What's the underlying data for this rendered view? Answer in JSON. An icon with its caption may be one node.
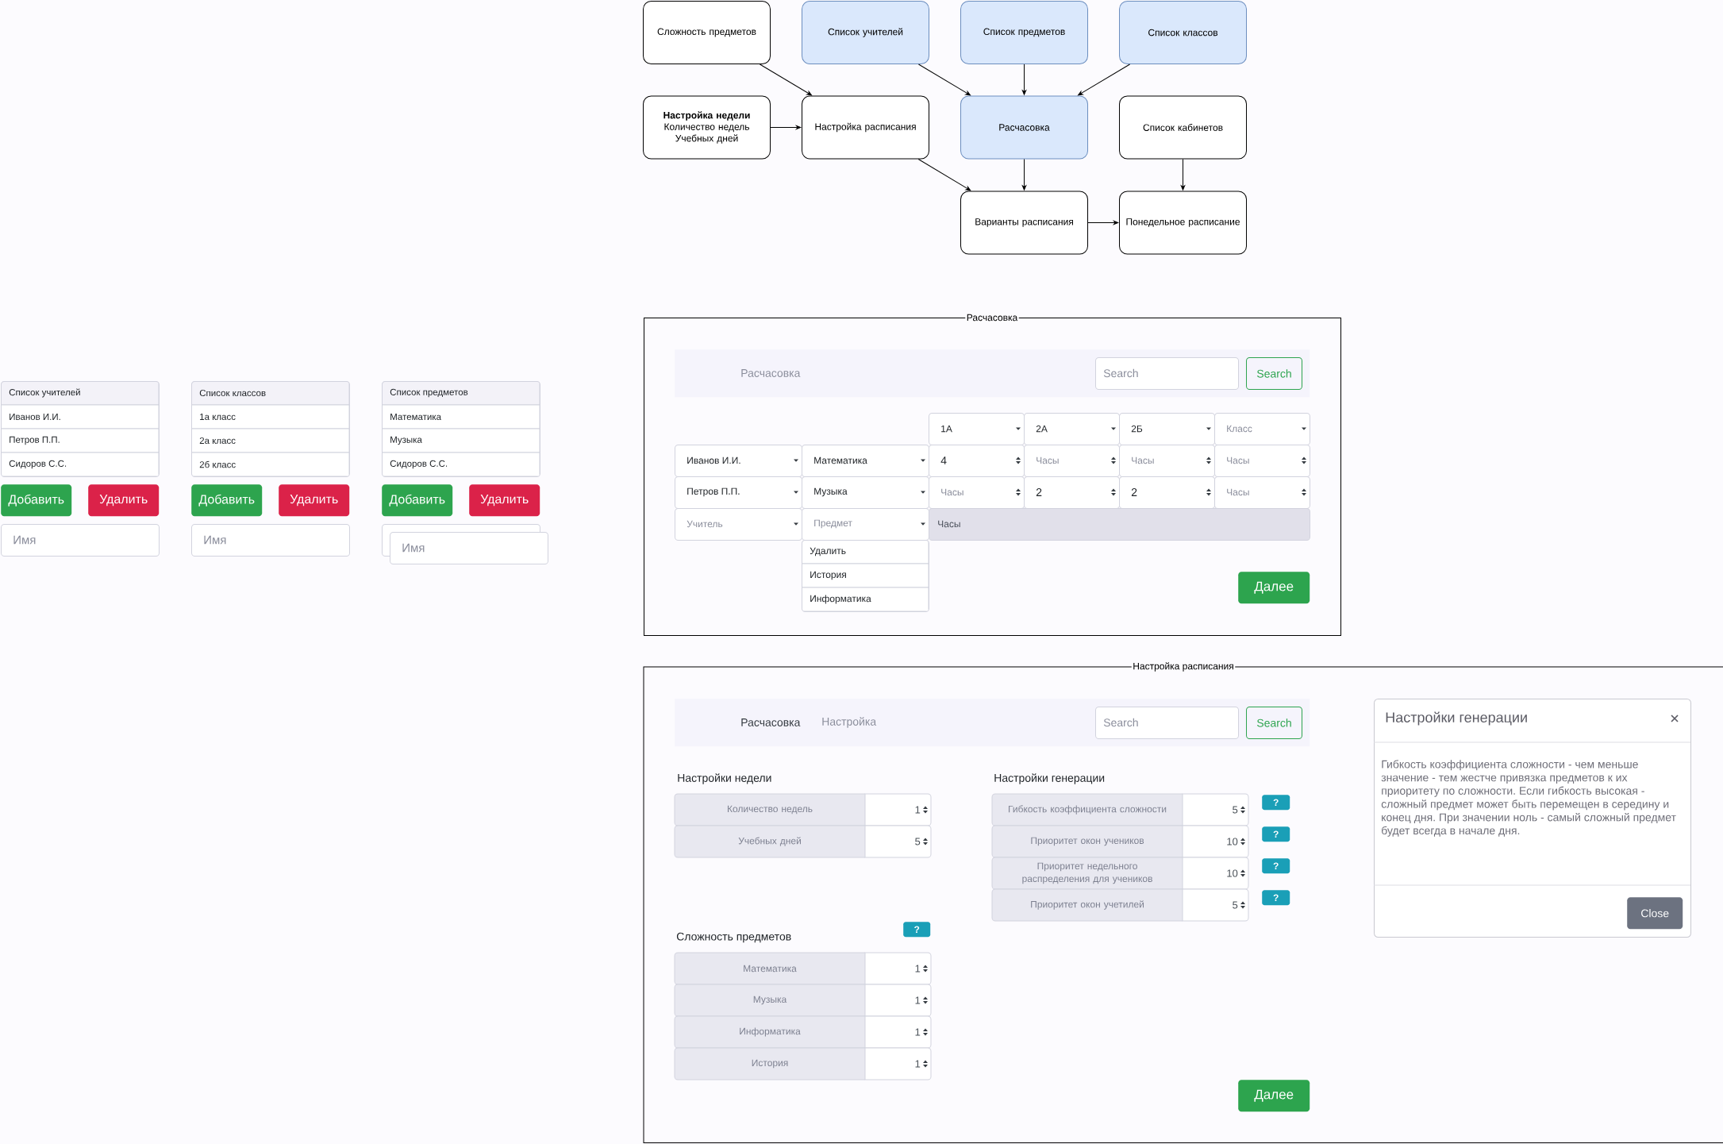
{
  "diagram": {
    "nodes": [
      {
        "text": [
          "Сложность предметов"
        ]
      },
      {
        "text": [
          "Список учителей"
        ]
      },
      {
        "text": [
          "Список предметов"
        ]
      },
      {
        "text": [
          "Список классов"
        ]
      },
      {
        "text": [
          "Настройка недели",
          "Количество недель",
          "Учебных дней"
        ]
      },
      {
        "text": [
          "Настройка расписания"
        ]
      },
      {
        "text": [
          "Расчасовка"
        ]
      },
      {
        "text": [
          "Список кабинетов"
        ]
      },
      {
        "text": [
          "Варианты расписания"
        ]
      },
      {
        "text": [
          "Понедельное расписание"
        ]
      },
      {
        "text": [
          "Список учителей",
          "Иванов И.И.",
          "Петров П.П.",
          "Сидоров С.С."
        ]
      },
      {
        "text": [
          "Добавить"
        ]
      },
      {
        "text": [
          "Удалить"
        ]
      },
      {
        "text": [
          "Имя"
        ]
      },
      {
        "text": [
          "Список классов",
          "1а класс",
          "2а класс",
          "2б класс"
        ]
      },
      {
        "text": [
          "Добавить"
        ]
      },
      {
        "text": [
          "Удалить"
        ]
      },
      {
        "text": [
          "Имя"
        ]
      },
      {
        "text": [
          "Список предметов",
          "Математика",
          "Музыка",
          "Сидоров С.С."
        ]
      },
      {
        "text": [
          "Добавить"
        ]
      },
      {
        "text": [
          "Удалить"
        ]
      },
      {
        "text": [],
        "shape": "box"
      },
      {
        "text": [
          "Имя"
        ]
      },
      {
        "text": [
          "Расчасовка"
        ]
      },
      {
        "text": [
          "Расчасовка"
        ],
        "in": 23
      },
      {
        "text": [
          "Search"
        ],
        "in": 24
      },
      {
        "text": [
          "Search"
        ],
        "in": 24
      },
      {
        "text": [
          "1А"
        ],
        "in": 23
      },
      {
        "text": [
          "2А"
        ],
        "in": 23
      },
      {
        "text": [
          "2Б"
        ],
        "in": 23
      },
      {
        "text": [
          "Класс"
        ],
        "in": 23
      },
      {
        "text": [
          "Иванов И.И."
        ],
        "in": 23
      },
      {
        "text": [
          "Математика"
        ],
        "in": 23
      },
      {
        "text": [
          "4"
        ],
        "in": 23
      },
      {
        "text": [
          "Часы"
        ],
        "in": 23
      },
      {
        "text": [
          "Часы"
        ],
        "in": 23
      },
      {
        "text": [
          "Часы"
        ],
        "in": 23
      },
      {
        "text": [
          "Петров П.П."
        ],
        "in": 23
      },
      {
        "text": [
          "Музыка"
        ],
        "in": 23
      },
      {
        "text": [
          "Часы"
        ],
        "in": 23
      },
      {
        "text": [
          "2"
        ],
        "in": 23
      },
      {
        "text": [
          "2"
        ],
        "in": 23
      },
      {
        "text": [
          "Часы"
        ],
        "in": 23
      },
      {
        "text": [
          "Учитель"
        ],
        "in": 23
      },
      {
        "text": [
          "Предмет"
        ],
        "in": 23
      },
      {
        "text": [
          "Часы"
        ],
        "in": 23
      },
      {
        "text": [
          "Удалить",
          "История",
          "Информатика"
        ],
        "in": 23
      },
      {
        "text": [
          "Далее"
        ],
        "in": 23
      },
      {
        "text": [
          "Настройка расписания"
        ]
      },
      {
        "text": [
          "Расчасовка",
          "Настройка"
        ],
        "in": 48
      },
      {
        "text": [
          "Search"
        ],
        "in": 49
      },
      {
        "text": [
          "Search"
        ],
        "in": 49
      },
      {
        "text": [
          "Количество недель",
          "1"
        ],
        "in": 48
      },
      {
        "text": [
          "Учебных дней",
          "5"
        ],
        "in": 48
      },
      {
        "text": [
          "Гибкость коэффициента сложности",
          "5"
        ],
        "in": 48
      },
      {
        "text": [
          "Приоритет окон учеников",
          "10"
        ],
        "in": 48
      },
      {
        "text": [
          "Приоритет недельного распределения для учеников",
          "10"
        ],
        "in": 48
      },
      {
        "text": [
          "Приоритет окон учетилей",
          "5"
        ],
        "in": 48
      },
      {
        "text": [
          "?"
        ],
        "in": 48
      },
      {
        "text": [
          "?"
        ],
        "in": 48
      },
      {
        "text": [
          "?"
        ],
        "in": 48
      },
      {
        "text": [
          "?"
        ],
        "in": 48
      },
      {
        "text": [
          "?"
        ],
        "in": 48
      },
      {
        "text": [
          "Математика",
          "1"
        ],
        "in": 48
      },
      {
        "text": [
          "Музыка",
          "1"
        ],
        "in": 48
      },
      {
        "text": [
          "Информатика",
          "1"
        ],
        "in": 48
      },
      {
        "text": [
          "История",
          "1"
        ],
        "in": 48
      },
      {
        "text": [
          "Далее"
        ],
        "in": 48
      },
      {
        "text": [
          "Настройки генерации",
          "Гибкость коэффициента сложности - чем меньше значение - тем жестче привязка предметов к их приоритету по сложности. Если гибкость высокая - сложный предмет может быть перемещен в середину и конец дня. При значении ноль - самый сложный предмет будет всегда в начале дня."
        ],
        "in": 48
      },
      {
        "text": [
          "Close"
        ],
        "in": 68
      }
    ],
    "edges": [
      {
        "from": 0,
        "to": 5,
        "arrow": "to"
      },
      {
        "from": 1,
        "to": 6,
        "arrow": "to"
      },
      {
        "from": 2,
        "to": 6,
        "arrow": "to"
      },
      {
        "from": 3,
        "to": 6,
        "arrow": "to"
      },
      {
        "from": 4,
        "to": 5,
        "arrow": "to"
      },
      {
        "from": 5,
        "to": 8,
        "arrow": "to"
      },
      {
        "from": 6,
        "to": 8,
        "arrow": "to"
      },
      {
        "from": 7,
        "to": 9,
        "arrow": "to"
      },
      {
        "from": 8,
        "to": 9,
        "arrow": "to"
      }
    ],
    "labels": [
      "Настройки недели",
      "Настройки генерации",
      "Сложность предметов"
    ]
  }
}
